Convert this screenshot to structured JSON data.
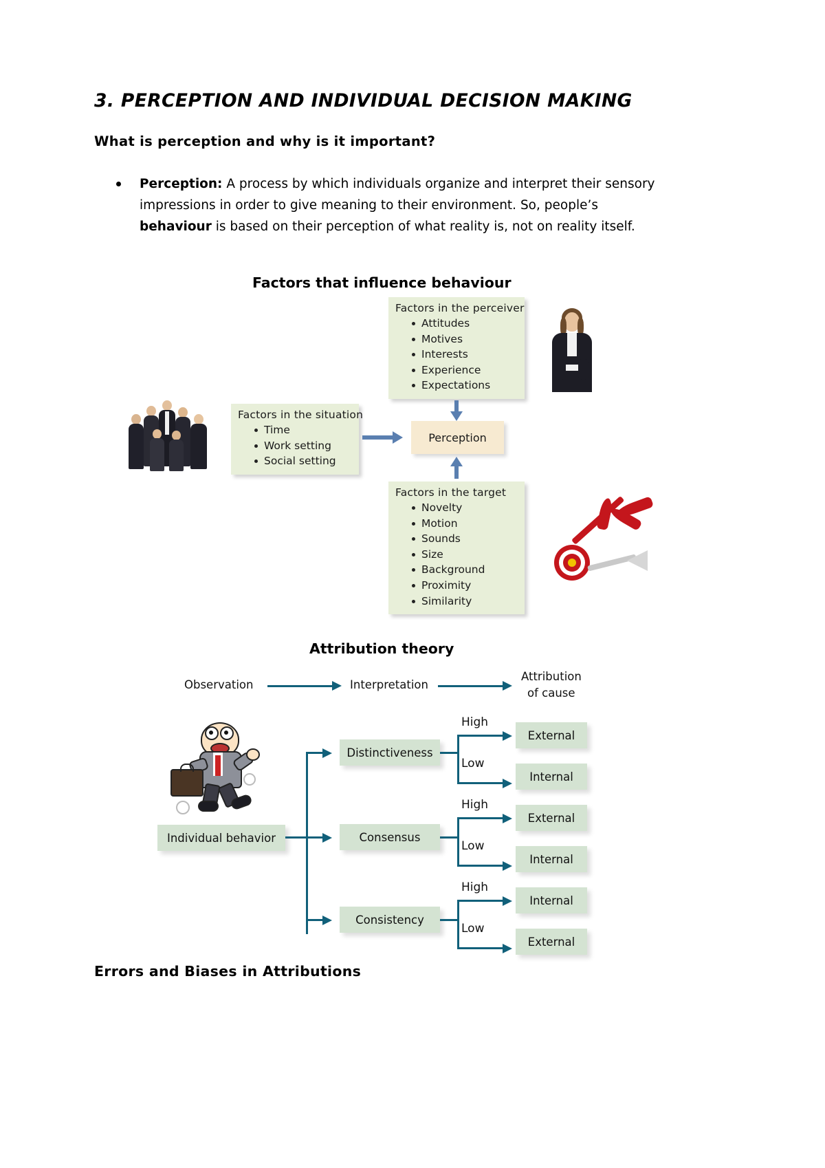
{
  "document": {
    "title": "3. PERCEPTION AND INDIVIDUAL DECISION MAKING",
    "subtitle": "What is perception and why is it important?",
    "bullet": {
      "term": "Perception:",
      "body_1": " A process by which individuals organize and interpret their sensory impressions in order to give meaning to their environment. So, people’s ",
      "bold_2": "behaviour",
      "body_3": " is based on their perception of what reality is, not on reality itself."
    },
    "footer_heading": "Errors and Biases in Attributions"
  },
  "figure_factors": {
    "title": "Factors that influence behaviour",
    "perceiver": {
      "heading": "Factors in the perceiver",
      "items": [
        "Attitudes",
        "Motives",
        "Interests",
        "Experience",
        "Expectations"
      ]
    },
    "situation": {
      "heading": "Factors in the situation",
      "items": [
        "Time",
        "Work setting",
        "Social setting"
      ]
    },
    "target": {
      "heading": "Factors in the target",
      "items": [
        "Novelty",
        "Motion",
        "Sounds",
        "Size",
        "Background",
        "Proximity",
        "Similarity"
      ]
    },
    "center": "Perception",
    "colors": {
      "box_green": "#e8efd9",
      "box_cream": "#f7ead1",
      "arrow_blue": "#5a7fb0"
    },
    "images": {
      "businesswoman": "businesswoman-photo",
      "group": "group-of-people-photo",
      "dart": "dart-and-target-photo"
    }
  },
  "figure_attribution": {
    "title": "Attribution theory",
    "flow": [
      "Observation",
      "Interpretation",
      "Attribution of cause"
    ],
    "flow_last_line_1": "Attribution",
    "flow_last_line_2": "of cause",
    "root": "Individual behavior",
    "image": "cartoon-running-businessman",
    "criteria": [
      {
        "name": "Distinctiveness",
        "branches": [
          {
            "level": "High",
            "result": "External"
          },
          {
            "level": "Low",
            "result": "Internal"
          }
        ]
      },
      {
        "name": "Consensus",
        "branches": [
          {
            "level": "High",
            "result": "External"
          },
          {
            "level": "Low",
            "result": "Internal"
          }
        ]
      },
      {
        "name": "Consistency",
        "branches": [
          {
            "level": "High",
            "result": "Internal"
          },
          {
            "level": "Low",
            "result": "External"
          }
        ]
      }
    ],
    "colors": {
      "box_teal_green": "#d4e3d2",
      "line_teal": "#11607a"
    }
  }
}
